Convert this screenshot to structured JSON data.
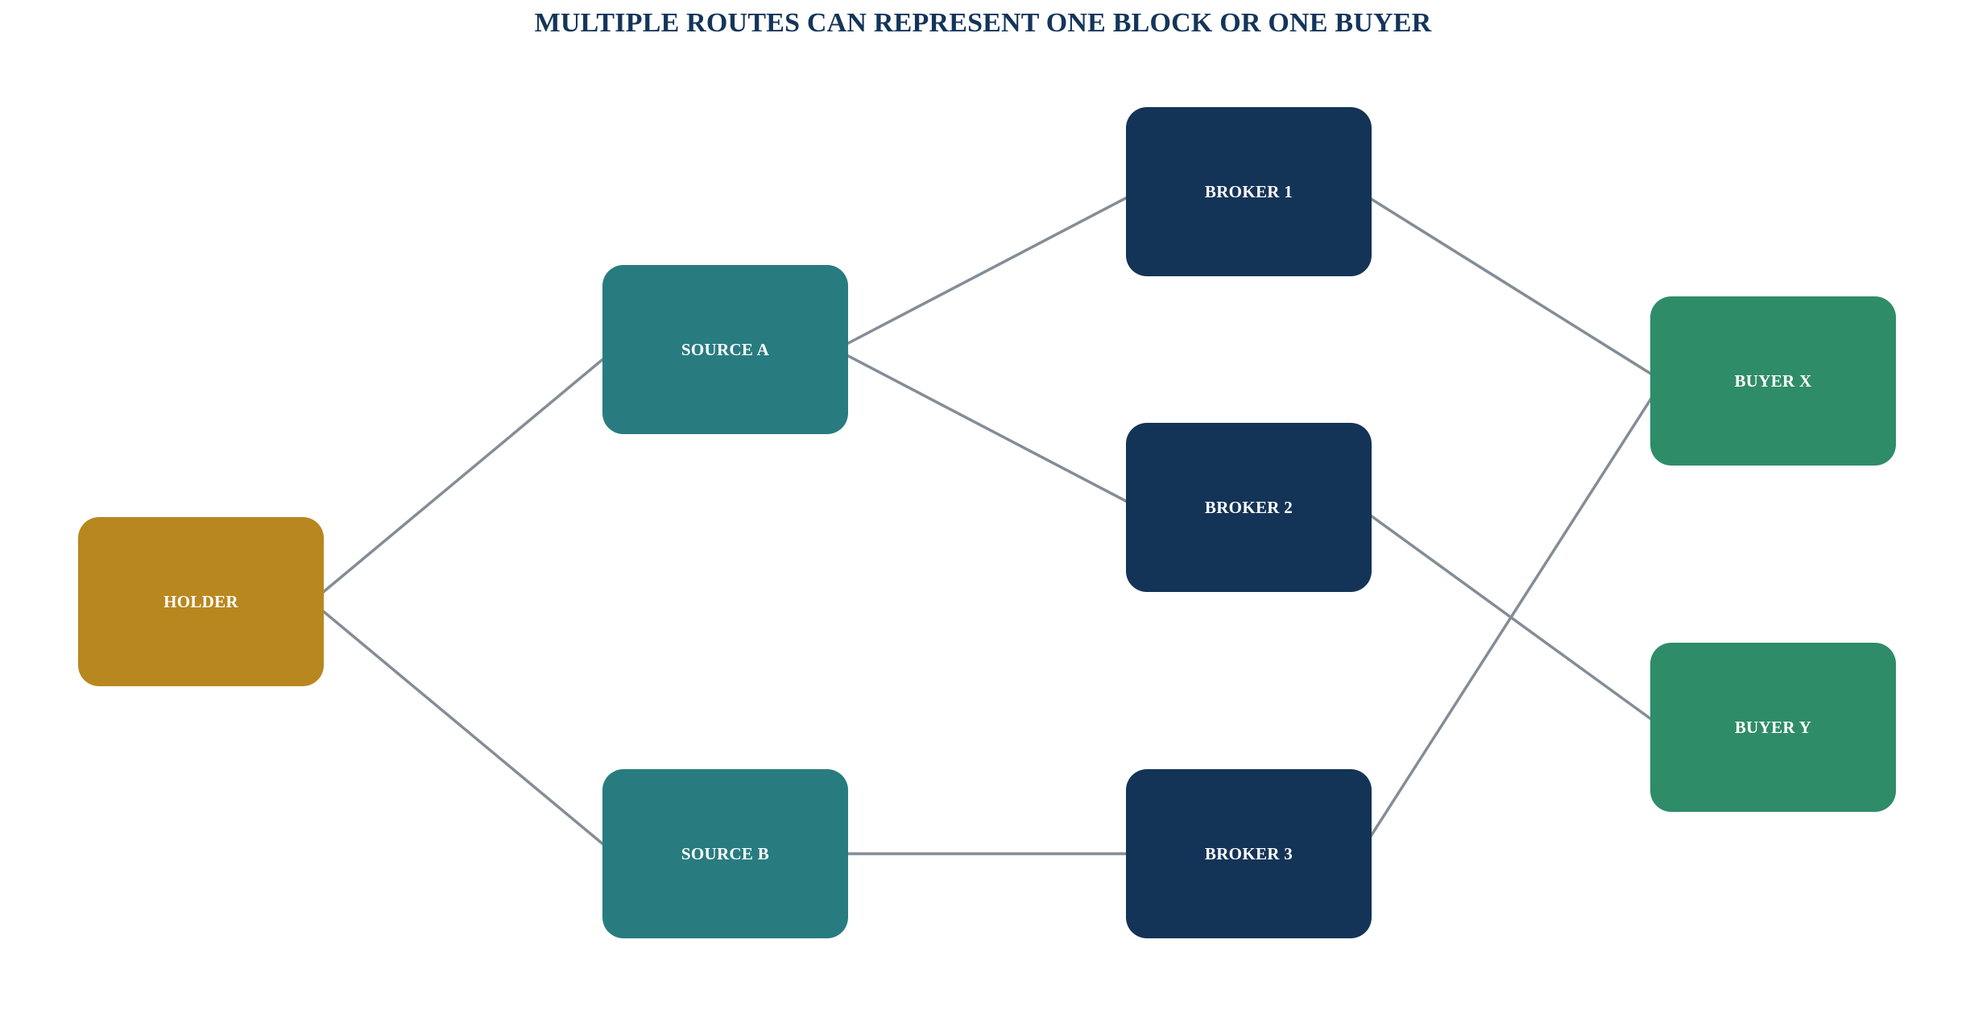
{
  "title": "MULTIPLE ROUTES CAN REPRESENT ONE BLOCK OR ONE BUYER",
  "colors": {
    "holder": "#b8871f",
    "source": "#287c80",
    "broker": "#143457",
    "buyer": "#2f8c68",
    "edge": "#848d96",
    "title": "#14355a"
  },
  "nodes": {
    "holder": {
      "label": "HOLDER"
    },
    "source_a": {
      "label": "SOURCE A"
    },
    "source_b": {
      "label": "SOURCE B"
    },
    "broker_1": {
      "label": "BROKER 1"
    },
    "broker_2": {
      "label": "BROKER 2"
    },
    "broker_3": {
      "label": "BROKER 3"
    },
    "buyer_x": {
      "label": "BUYER X"
    },
    "buyer_y": {
      "label": "BUYER Y"
    }
  },
  "edges": [
    {
      "from": "holder",
      "to": "source_a"
    },
    {
      "from": "holder",
      "to": "source_b"
    },
    {
      "from": "source_a",
      "to": "broker_1"
    },
    {
      "from": "source_a",
      "to": "broker_2"
    },
    {
      "from": "source_b",
      "to": "broker_3"
    },
    {
      "from": "broker_1",
      "to": "buyer_x"
    },
    {
      "from": "broker_2",
      "to": "buyer_y"
    },
    {
      "from": "broker_3",
      "to": "buyer_x"
    }
  ]
}
